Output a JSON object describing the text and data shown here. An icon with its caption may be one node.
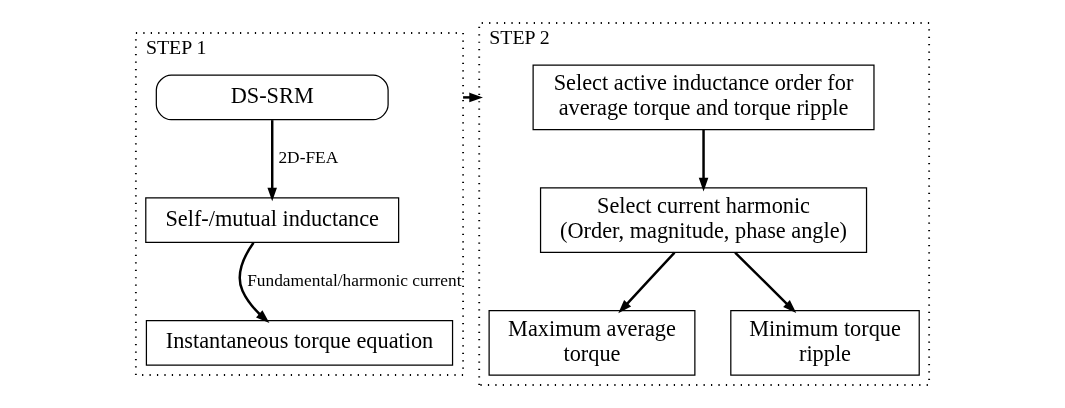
{
  "diagram": {
    "nodes": [
      {
        "text": [
          "STEP 1"
        ]
      },
      {
        "text": [
          "DS-SRM"
        ],
        "in": 0
      },
      {
        "text": [
          "Self-/mutual inductance"
        ],
        "in": 0
      },
      {
        "text": [
          "Instantaneous torque equation"
        ],
        "in": 0
      },
      {
        "text": [
          "STEP 2"
        ]
      },
      {
        "text": [
          "Select active inductance order for average torque and torque ripple"
        ],
        "in": 4
      },
      {
        "text": [
          "Select current harmonic",
          "(Order, magnitude, phase angle)"
        ],
        "in": 4
      },
      {
        "text": [
          "Maximum average torque"
        ],
        "in": 4
      },
      {
        "text": [
          "Minimum torque ripple"
        ],
        "in": 4
      }
    ],
    "edges": [
      {
        "from": 1,
        "to": 2,
        "arrow": "to",
        "label": "2D-FEA"
      },
      {
        "from": 2,
        "to": 3,
        "arrow": "to",
        "label": "Fundamental/harmonic current"
      },
      {
        "from": 0,
        "to": 4,
        "arrow": "to"
      },
      {
        "from": 5,
        "to": 6,
        "arrow": "to"
      },
      {
        "from": 6,
        "to": 7,
        "arrow": "to"
      },
      {
        "from": 6,
        "to": 8,
        "arrow": "to"
      }
    ]
  }
}
